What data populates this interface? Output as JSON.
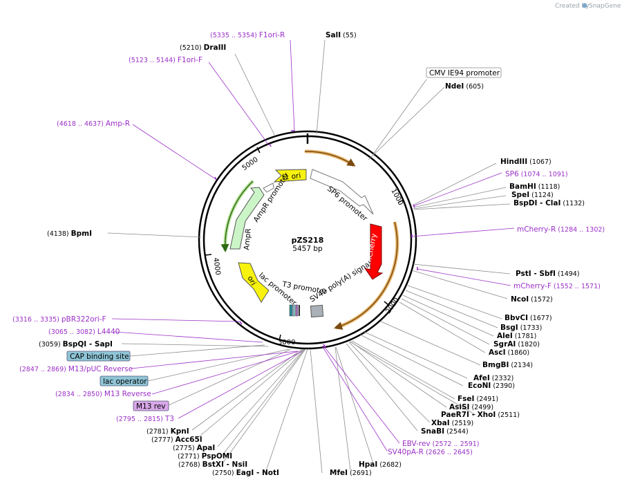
{
  "credit": {
    "prefix": "Created by",
    "brand": "SnapGene"
  },
  "plasmid": {
    "name": "pZS218",
    "size": "5457 bp"
  },
  "ticks": [
    "1000",
    "2000",
    "3000",
    "4000",
    "5000"
  ],
  "features": {
    "f1ori": "f1 ori",
    "ampr_promoter": "AmpR promoter",
    "ampr": "AmpR",
    "ori": "ori",
    "lac_promoter": "lac promoter",
    "t3_promoter": "T3 promoter",
    "sp6_promoter": "SP6 promoter",
    "mcherry": "mCherry",
    "sv40": "SV40 poly(A) signal"
  },
  "labels": [
    {
      "id": "sali",
      "kind": "enz",
      "name": "SalI",
      "pos": "(55)"
    },
    {
      "id": "draiii",
      "kind": "enz",
      "pos": "(5210)",
      "name": "DraIII"
    },
    {
      "id": "f1orir",
      "kind": "primer",
      "range": "(5335 .. 5354)",
      "name": "F1ori-R"
    },
    {
      "id": "f1orif",
      "kind": "primer",
      "range": "(5123 .. 5144)",
      "name": "F1ori-F"
    },
    {
      "id": "ampr",
      "kind": "primer",
      "range": "(4618 .. 4637)",
      "name": "Amp-R"
    },
    {
      "id": "bpmi",
      "kind": "enz",
      "pos": "(4138)",
      "name": "BpmI"
    },
    {
      "id": "ndei",
      "kind": "enz",
      "name": "NdeI",
      "pos": "(605)"
    },
    {
      "id": "hindiii",
      "kind": "enz",
      "name": "HindIII",
      "pos": "(1067)"
    },
    {
      "id": "sp6",
      "kind": "primer",
      "name": "SP6",
      "range": "(1074 .. 1091)"
    },
    {
      "id": "bamhi",
      "kind": "enz",
      "name": "BamHI",
      "pos": "(1118)"
    },
    {
      "id": "spei",
      "kind": "enz",
      "name": "SpeI",
      "pos": "(1124)"
    },
    {
      "id": "bspdi",
      "kind": "enz",
      "name": "BspDI",
      "extra": "- ClaI",
      "pos": "(1132)"
    },
    {
      "id": "mcherryr",
      "kind": "primer",
      "name": "mCherry-R",
      "range": "(1284 .. 1302)"
    },
    {
      "id": "psti",
      "kind": "enz",
      "name": "PstI",
      "extra": "- SbfI",
      "pos": "(1494)"
    },
    {
      "id": "mcherryf",
      "kind": "primer",
      "name": "mCherry-F",
      "range": "(1552 .. 1571)"
    },
    {
      "id": "ncoi",
      "kind": "enz",
      "name": "NcoI",
      "pos": "(1572)"
    },
    {
      "id": "bbvci",
      "kind": "enz",
      "name": "BbvCI",
      "pos": "(1677)"
    },
    {
      "id": "bsgi",
      "kind": "enz",
      "name": "BsgI",
      "pos": "(1733)"
    },
    {
      "id": "alei",
      "kind": "enz",
      "name": "AleI",
      "pos": "(1781)"
    },
    {
      "id": "sgrai",
      "kind": "enz",
      "name": "SgrAI",
      "pos": "(1820)"
    },
    {
      "id": "asci",
      "kind": "enz",
      "name": "AscI",
      "pos": "(1860)"
    },
    {
      "id": "bmgbi",
      "kind": "enz",
      "name": "BmgBI",
      "pos": "(2134)"
    },
    {
      "id": "afei",
      "kind": "enz",
      "name": "AfeI",
      "pos": "(2332)"
    },
    {
      "id": "econi",
      "kind": "enz",
      "name": "EcoNI",
      "pos": "(2390)"
    },
    {
      "id": "fsei",
      "kind": "enz",
      "name": "FseI",
      "pos": "(2491)"
    },
    {
      "id": "asisi",
      "kind": "enz",
      "name": "AsiSI",
      "pos": "(2499)"
    },
    {
      "id": "paer7i",
      "kind": "enz",
      "name": "PaeR7I",
      "extra": "- XhoI",
      "pos": "(2511)"
    },
    {
      "id": "xbai",
      "kind": "enz",
      "name": "XbaI",
      "pos": "(2519)"
    },
    {
      "id": "snabi",
      "kind": "enz",
      "name": "SnaBI",
      "pos": "(2544)"
    },
    {
      "id": "ebvrev",
      "kind": "primer",
      "name": "EBV-rev",
      "range": "(2572 .. 2591)"
    },
    {
      "id": "sv40par",
      "kind": "primer",
      "name": "SV40pA-R",
      "range": "(2626 .. 2645)"
    },
    {
      "id": "hpai",
      "kind": "enz",
      "name": "HpaI",
      "pos": "(2682)"
    },
    {
      "id": "mfei",
      "kind": "enz",
      "name": "MfeI",
      "pos": "(2691)"
    },
    {
      "id": "eagi",
      "kind": "enz",
      "pos": "(2750)",
      "name": "EagI",
      "extra": "- NotI"
    },
    {
      "id": "bstxi",
      "kind": "enz",
      "pos": "(2768)",
      "name": "BstXI",
      "extra": "- NsiI"
    },
    {
      "id": "pspomi",
      "kind": "enz",
      "pos": "(2771)",
      "name": "PspOMI"
    },
    {
      "id": "apai",
      "kind": "enz",
      "pos": "(2775)",
      "name": "ApaI"
    },
    {
      "id": "acc65i",
      "kind": "enz",
      "pos": "(2777)",
      "name": "Acc65I"
    },
    {
      "id": "kpni",
      "kind": "enz",
      "pos": "(2781)",
      "name": "KpnI"
    },
    {
      "id": "t3",
      "kind": "primer",
      "range": "(2795 .. 2815)",
      "name": "T3"
    },
    {
      "id": "m13r",
      "kind": "primer",
      "range": "(2834 .. 2850)",
      "name": "M13 Reverse"
    },
    {
      "id": "m13puc",
      "kind": "primer",
      "range": "(2847 .. 2869)",
      "name": "M13/pUC Reverse"
    },
    {
      "id": "bspqi",
      "kind": "enz",
      "pos": "(3059)",
      "name": "BspQI",
      "extra": "- SapI"
    },
    {
      "id": "l4440",
      "kind": "primer",
      "range": "(3065 .. 3082)",
      "name": "L4440"
    },
    {
      "id": "pbr",
      "kind": "primer",
      "range": "(3316 .. 3335)",
      "name": "pBR322ori-F"
    }
  ],
  "boxes": {
    "cmv": "CMV IE94 promoter",
    "cap": "CAP binding site",
    "lacop": "lac operator",
    "m13rev": "M13 rev"
  }
}
